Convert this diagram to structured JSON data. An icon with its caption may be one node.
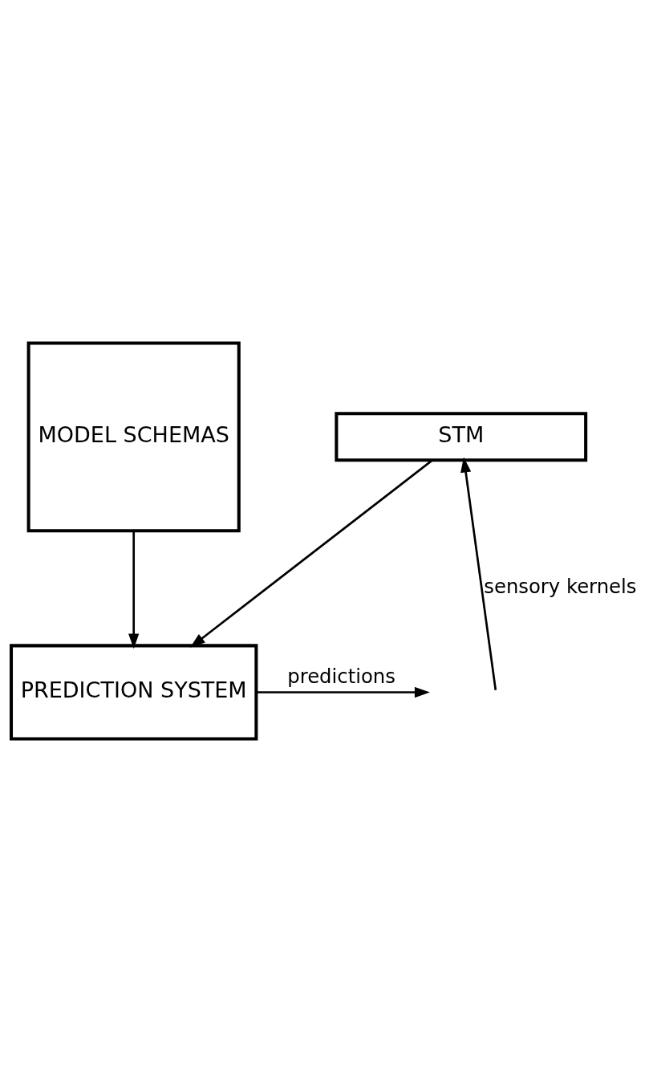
{
  "diagram": {
    "nodes": [
      {
        "text": [
          "MODEL SCHEMAS"
        ]
      },
      {
        "text": [
          "PREDICTION SYSTEM"
        ]
      },
      {
        "text": [
          "STM"
        ]
      }
    ],
    "edges": [
      {
        "from": 0,
        "to": 1,
        "arrow": "to"
      },
      {
        "from": 2,
        "to": 1,
        "arrow": "to"
      },
      {
        "from": 1,
        "to": null,
        "arrow": "to",
        "label": "predictions"
      },
      {
        "from": null,
        "to": 2,
        "arrow": "to",
        "label": "sensory kernels"
      }
    ]
  }
}
